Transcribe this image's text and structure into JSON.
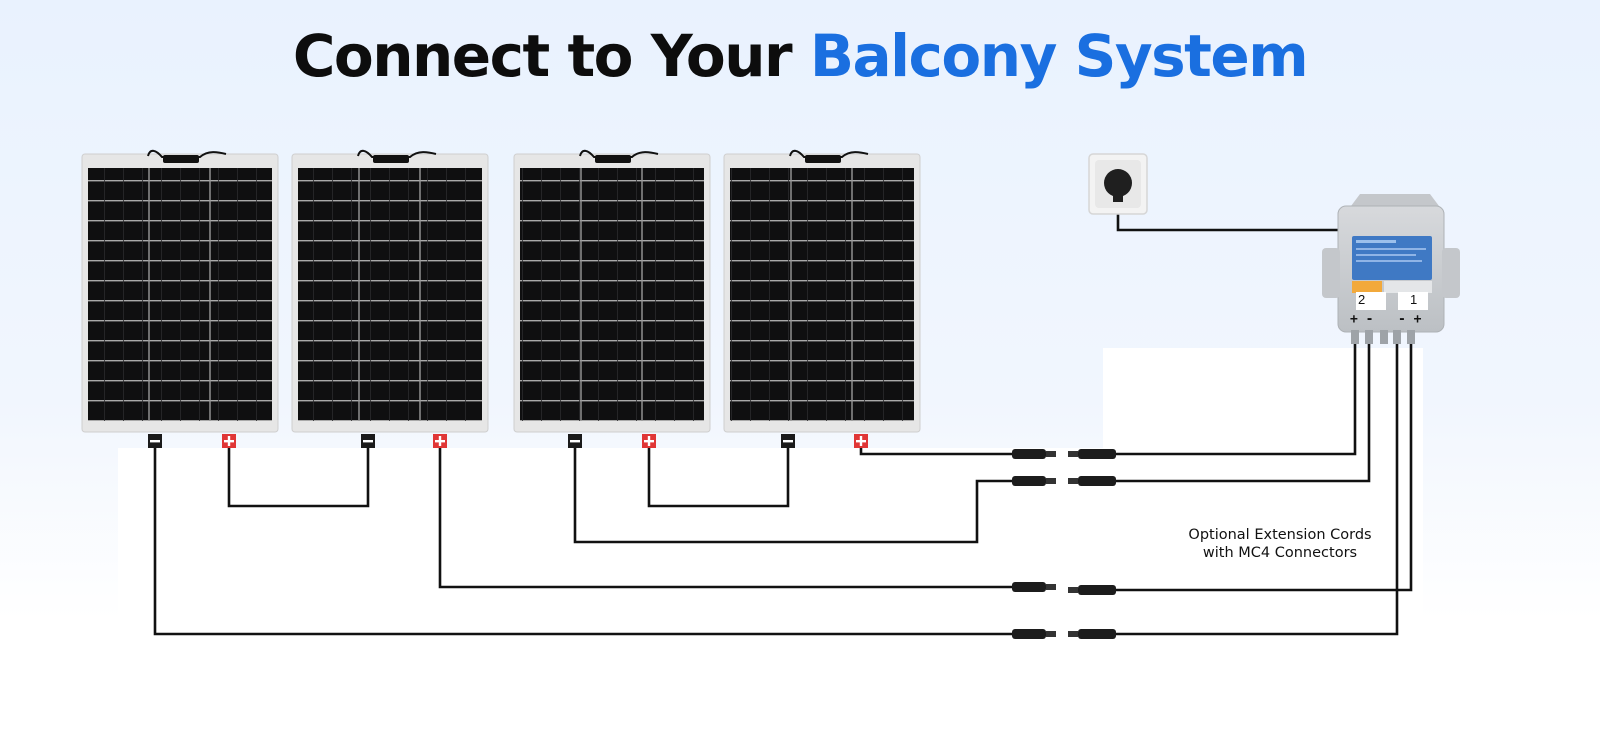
{
  "title": {
    "part1": "Connect to Your",
    "part2": "Balcony System"
  },
  "colors": {
    "accent": "#1a6fe0",
    "title": "#0d0d0d",
    "wire": "#111111",
    "positive_terminal": "#e03636",
    "negative_terminal": "#1a1a1a"
  },
  "diagram": {
    "panels": [
      "solar-panel",
      "solar-panel",
      "solar-panel",
      "solar-panel"
    ],
    "inverter": {
      "input_2_label": "2",
      "input_1_label": "1",
      "input_2_polarity": "+ -",
      "input_1_polarity": "- +"
    },
    "socket": "wall-socket",
    "extension_caption_line1": "Optional Extension Cords",
    "extension_caption_line2": "with MC4 Connectors"
  }
}
